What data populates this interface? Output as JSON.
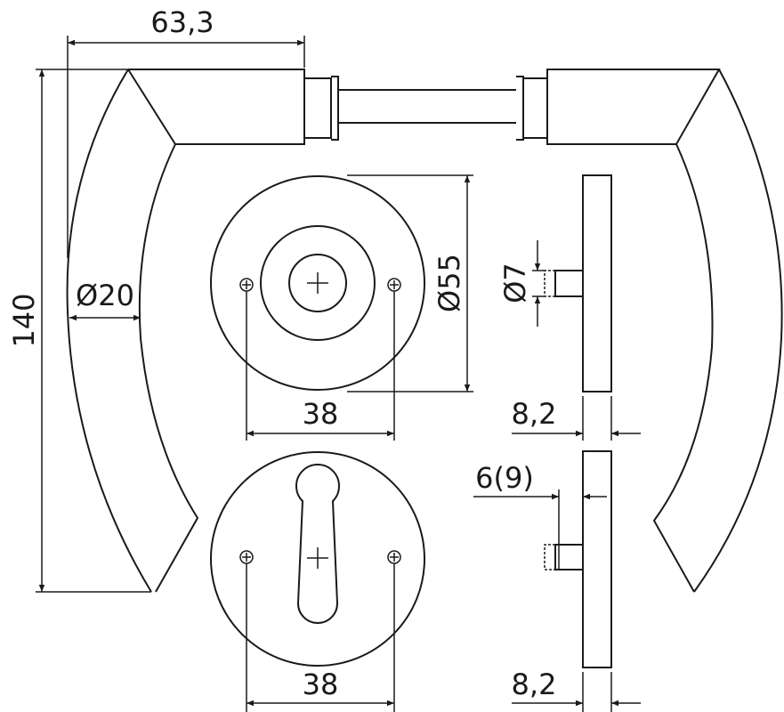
{
  "dimensions": {
    "handle_projection": "63,3",
    "handle_height": "140",
    "grip_diameter": "Ø20",
    "rosette_diameter": "Ø55",
    "screw_spacing_top": "38",
    "screw_spacing_bottom": "38",
    "pin_diameter": "Ø7",
    "rosette_thickness_top": "8,2",
    "rosette_thickness_bottom": "8,2",
    "cylinder_projection": "6(9)"
  },
  "colors": {
    "line": "#1a1a1a",
    "background": "#ffffff"
  }
}
